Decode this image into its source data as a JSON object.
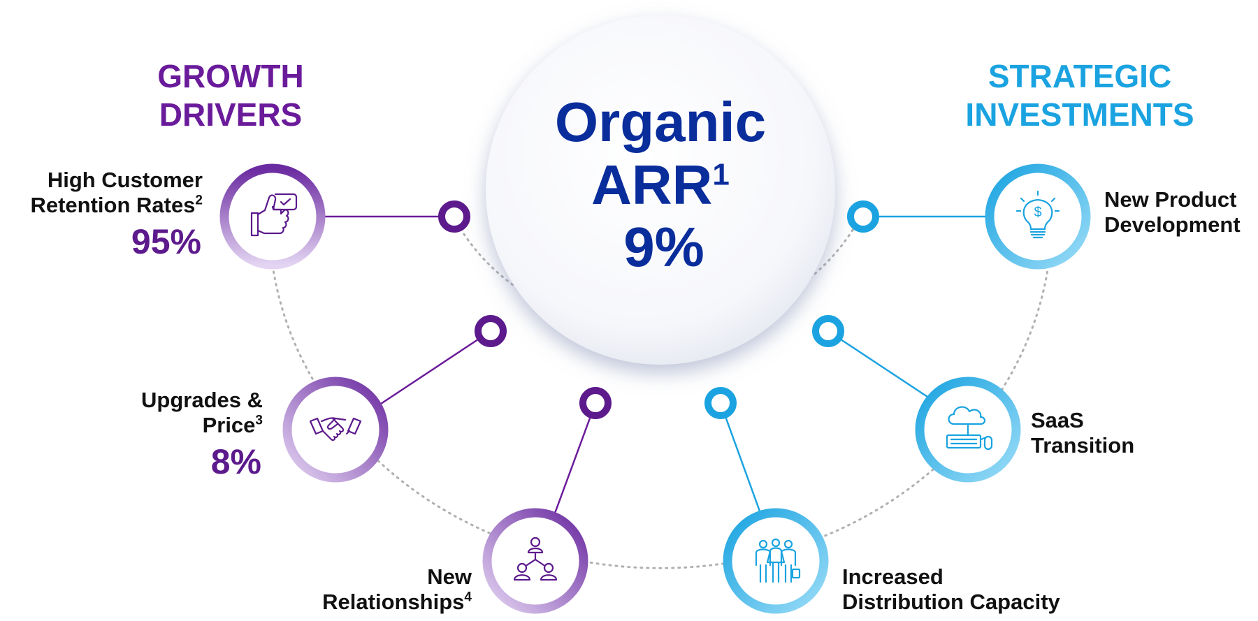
{
  "colors": {
    "purple_dark": "#5c1a8c",
    "purple_mid": "#8a5cb8",
    "purple_light": "#dccbee",
    "blue": "#1aa3e0",
    "blue_light": "#8fd6f5",
    "navy": "#0a2d9c",
    "text": "#111111"
  },
  "center": {
    "line1": "Organic",
    "line2": "ARR",
    "line2_sup": "1",
    "value": "9%"
  },
  "left_header": {
    "line1": "GROWTH",
    "line2": "DRIVERS",
    "color": "#6a1b9a"
  },
  "right_header": {
    "line1": "STRATEGIC",
    "line2": "INVESTMENTS",
    "color": "#1aa3e0"
  },
  "growth_drivers": [
    {
      "line1": "High Customer",
      "line2": "Retention Rates",
      "sup": "2",
      "value": "95%",
      "icon": "thumbs-up-chat-icon"
    },
    {
      "line1": "Upgrades &",
      "line2": "Price",
      "sup": "3",
      "value": "8%",
      "icon": "handshake-icon"
    },
    {
      "line1": "New",
      "line2": "Relationships",
      "sup": "4",
      "value": "",
      "icon": "people-network-icon"
    }
  ],
  "strategic_investments": [
    {
      "line1": "New Product",
      "line2": "Development",
      "icon": "lightbulb-dollar-icon"
    },
    {
      "line1": "SaaS",
      "line2": "Transition",
      "icon": "cloud-computer-icon"
    },
    {
      "line1": "Increased",
      "line2": "Distribution Capacity",
      "icon": "team-people-icon"
    }
  ]
}
